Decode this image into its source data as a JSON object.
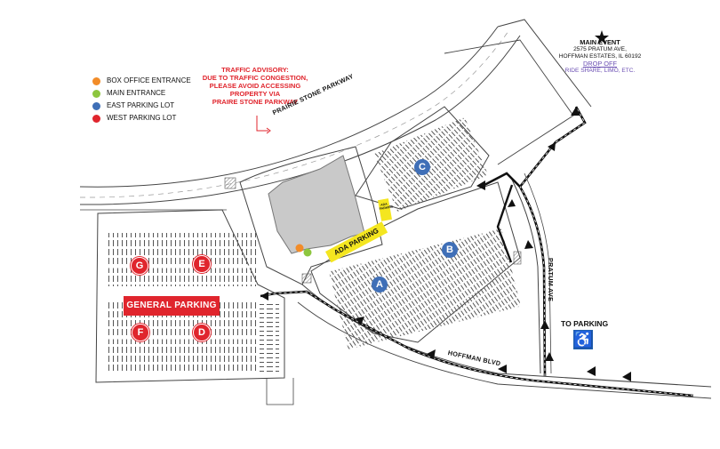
{
  "legend": {
    "items": [
      {
        "label": "BOX OFFICE ENTRANCE",
        "color": "#f28c28"
      },
      {
        "label": "MAIN ENTRANCE",
        "color": "#8dc63f"
      },
      {
        "label": "EAST PARKING LOT",
        "color": "#3f6fb7"
      },
      {
        "label": "WEST PARKING LOT",
        "color": "#e0252d"
      }
    ]
  },
  "advisory": {
    "title": "TRAFFIC ADVISORY:",
    "line1": "DUE TO TRAFFIC CONGESTION,",
    "line2": "PLEASE AVOID ACCESSING",
    "line3": "PROPERTY VIA",
    "line4": "PRAIRE STONE PARKWAY"
  },
  "main_event": {
    "title": "MAIN EVENT",
    "address1": "2575 PRATUM AVE,",
    "address2": "HOFFMAN ESTATES, IL 60192",
    "drop_off": "DROP OFF",
    "ride": "RIDE SHARE, LIMO, ETC."
  },
  "roads": {
    "prairie": "PRAIRIE STONE PARKWAY",
    "pratum": "PRATUM AVE",
    "hoffman": "HOFFMAN BLVD"
  },
  "labels": {
    "general_parking": "GENERAL PARKING",
    "ada_parking": "ADA PARKING",
    "ada_small": "ADA PARKING",
    "to_parking": "TO PARKING",
    "ada_symbol": "♿"
  },
  "lots": {
    "west": [
      "G",
      "E",
      "F",
      "D"
    ],
    "east": [
      "A",
      "B",
      "C"
    ]
  },
  "colors": {
    "west": "#e0252d",
    "east": "#3f6fb7",
    "building": "#c9c9c9",
    "ada_yellow": "#f4e620"
  }
}
